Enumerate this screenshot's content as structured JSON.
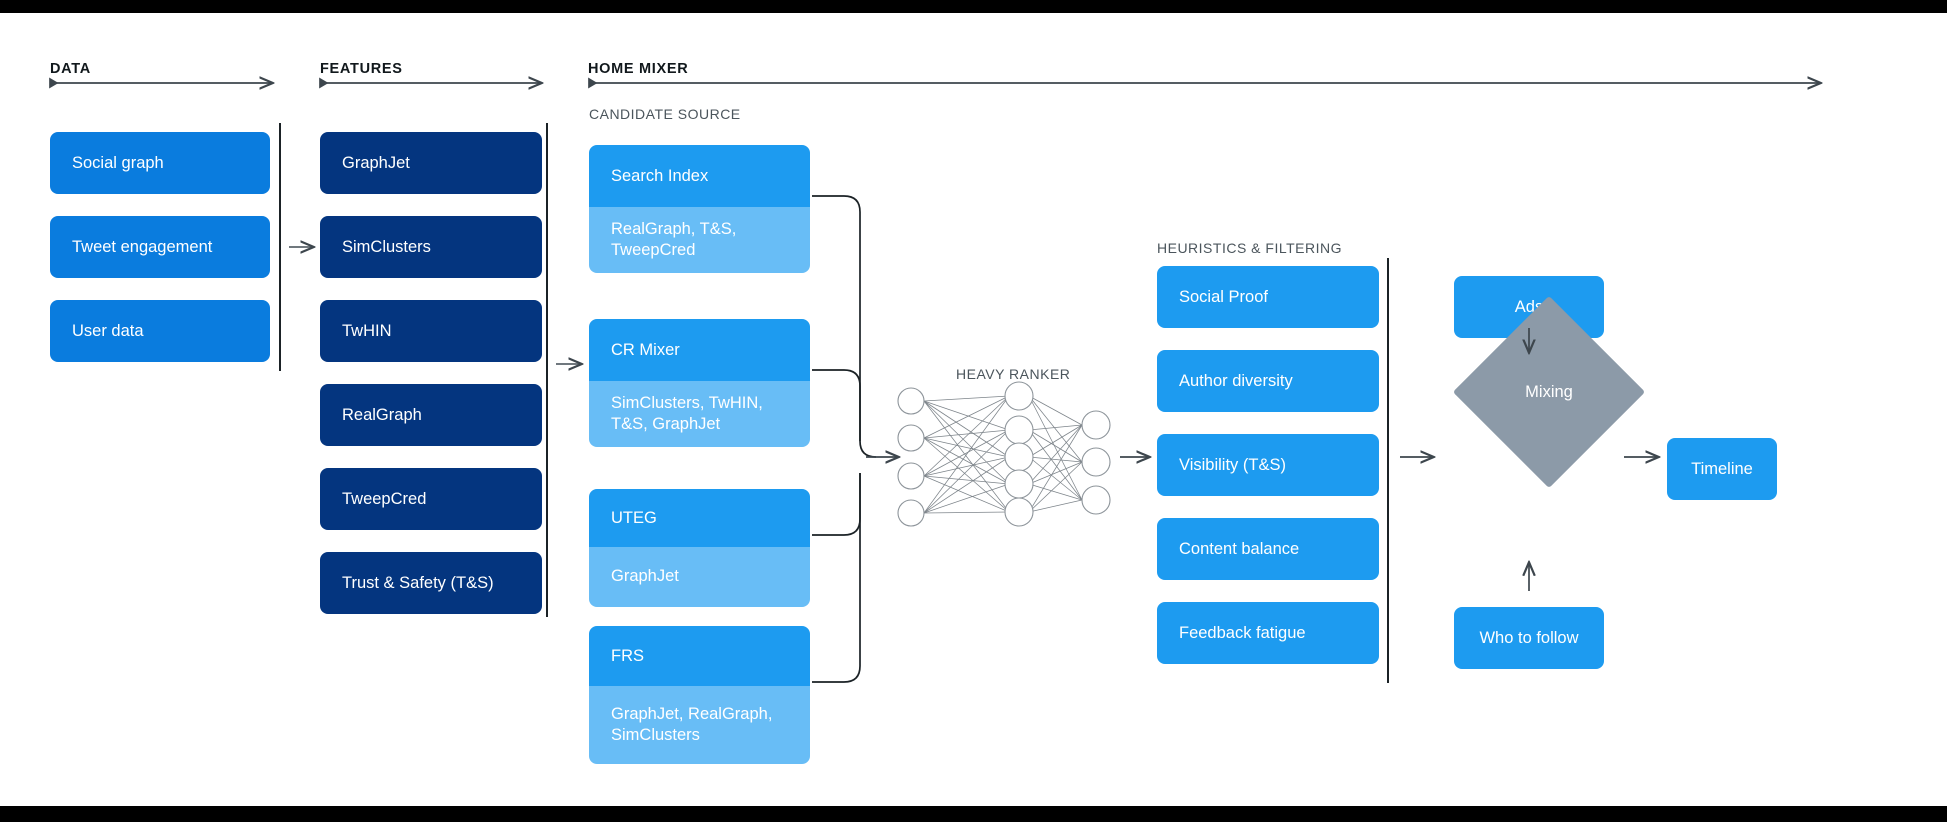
{
  "theme": {
    "bg": "#ffffff",
    "dark_blue": "#04357f",
    "mid_blue": "#0a7cde",
    "light_blue": "#1d9bf0",
    "pale_blue": "#68bdf6",
    "grey": "#8c9aa8",
    "line": "#4b555c",
    "text_dark": "#11181c",
    "text_muted": "#4b555c"
  },
  "phases": {
    "data": {
      "label": "DATA"
    },
    "features": {
      "label": "FEATURES"
    },
    "home_mixer": {
      "label": "HOME MIXER"
    }
  },
  "sections": {
    "candidate_source": {
      "label": "CANDIDATE SOURCE"
    },
    "heavy_ranker": {
      "label": "HEAVY RANKER"
    },
    "heuristics": {
      "label": "HEURISTICS & FILTERING"
    }
  },
  "data_column": {
    "items": [
      {
        "label": "Social graph"
      },
      {
        "label": "Tweet engagement"
      },
      {
        "label": "User data"
      }
    ]
  },
  "features_column": {
    "items": [
      {
        "label": "GraphJet"
      },
      {
        "label": "SimClusters"
      },
      {
        "label": "TwHIN"
      },
      {
        "label": "RealGraph"
      },
      {
        "label": "TweepCred"
      },
      {
        "label": "Trust & Safety (T&S)"
      }
    ]
  },
  "candidate_sources": {
    "items": [
      {
        "name": "Search Index",
        "features": "RealGraph, T&S, TweepCred"
      },
      {
        "name": "CR Mixer",
        "features": "SimClusters, TwHIN, T&S, GraphJet"
      },
      {
        "name": "UTEG",
        "features": "GraphJet"
      },
      {
        "name": "FRS",
        "features": "GraphJet, RealGraph, SimClusters"
      }
    ]
  },
  "heavy_ranker": {
    "label": "HEAVY RANKER",
    "layers": [
      4,
      5,
      3
    ]
  },
  "heuristics_column": {
    "items": [
      {
        "label": "Social Proof"
      },
      {
        "label": "Author diversity"
      },
      {
        "label": "Visibility (T&S)"
      },
      {
        "label": "Content balance"
      },
      {
        "label": "Feedback fatigue"
      }
    ]
  },
  "output_stage": {
    "ads": {
      "label": "Ads"
    },
    "mixing": {
      "label": "Mixing"
    },
    "who_to_follow": {
      "label": "Who to follow"
    },
    "timeline": {
      "label": "Timeline"
    }
  }
}
